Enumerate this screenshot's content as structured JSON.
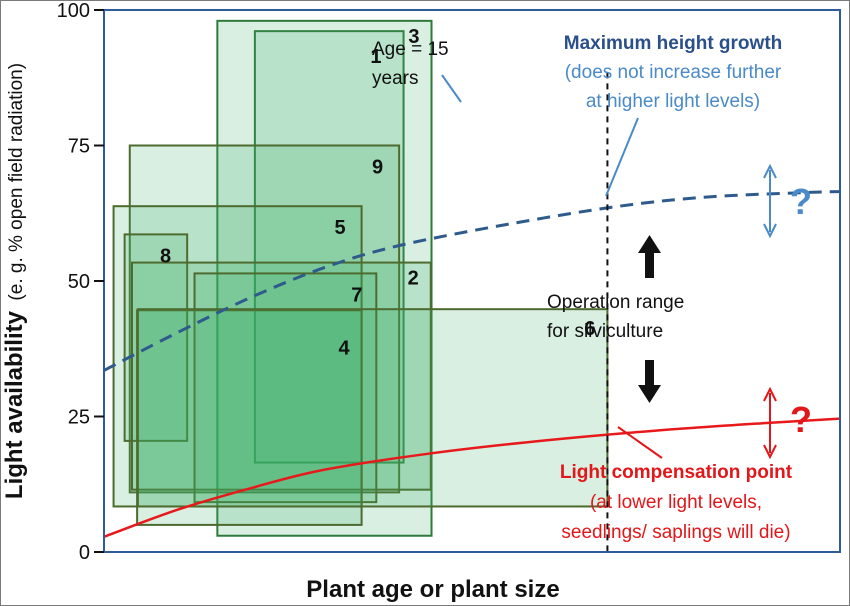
{
  "chart_data": {
    "type": "chart",
    "xlabel": "Plant age or plant size",
    "ylabel_bold": "Light availability",
    "ylabel_paren": "(e. g. % open field radiation)",
    "yticks": [
      "0",
      "25",
      "50",
      "75",
      "100"
    ],
    "ytick_values": [
      0,
      25,
      50,
      75,
      100
    ],
    "ylim": [
      0,
      100
    ],
    "xlim": [
      0,
      100
    ],
    "rectangles": [
      {
        "label": "1",
        "x0": 20.5,
        "x1": 40.7,
        "y0": 16.5,
        "y1": 96.1
      },
      {
        "label": "3",
        "x0": 15.4,
        "x1": 44.5,
        "y0": 3.0,
        "y1": 98.0
      },
      {
        "label": "9",
        "x0": 3.5,
        "x1": 40.1,
        "y0": 11.0,
        "y1": 75.0
      },
      {
        "label": "5",
        "x0": 1.3,
        "x1": 35.0,
        "y0": 8.4,
        "y1": 63.8
      },
      {
        "label": "8",
        "x0": 2.8,
        "x1": 11.3,
        "y0": 20.5,
        "y1": 58.6
      },
      {
        "label": "2",
        "x0": 3.8,
        "x1": 44.4,
        "y0": 11.5,
        "y1": 53.4
      },
      {
        "label": "7",
        "x0": 12.3,
        "x1": 37.0,
        "y0": 9.2,
        "y1": 51.4
      },
      {
        "label": "4",
        "x0": 4.5,
        "x1": 35.0,
        "y0": 5.0,
        "y1": 44.6
      },
      {
        "label": "6",
        "x0": 4.6,
        "x1": 68.4,
        "y0": 8.4,
        "y1": 44.8
      }
    ],
    "vline": {
      "x": 68.4,
      "label_line1": "Age = 15",
      "label_line2": "years"
    },
    "max_height_curve": [
      [
        0,
        33.5
      ],
      [
        10,
        40.5
      ],
      [
        20,
        47
      ],
      [
        30,
        52.5
      ],
      [
        40,
        56.5
      ],
      [
        55,
        60.5
      ],
      [
        70,
        63.8
      ],
      [
        82,
        65.5
      ],
      [
        95,
        66.3
      ],
      [
        100,
        66.5
      ]
    ],
    "lcp_curve": [
      [
        0,
        2.8
      ],
      [
        10,
        7.8
      ],
      [
        20,
        11.8
      ],
      [
        30,
        15.2
      ],
      [
        45,
        18.3
      ],
      [
        60,
        20.6
      ],
      [
        75,
        22.4
      ],
      [
        90,
        23.8
      ],
      [
        100,
        24.6
      ]
    ],
    "colors": {
      "axis_frame": "#2e5b9a",
      "blue_curve": "#2e5b8c",
      "red_curve": "#e8191a",
      "rect_fill": "#3ab06a",
      "rect_stroke": "#4d6b2e",
      "rect_stroke_dark": "#2f7a3a",
      "blue_text": "#2a4f8a",
      "light_blue": "#4a8ac8",
      "red_text": "#e3161a"
    }
  },
  "annotations": {
    "max_title": "Maximum height growth",
    "max_sub1": "(does not increase further",
    "max_sub2": "at higher light levels)",
    "operation_line1": "Operation range",
    "operation_line2": "for silviculture",
    "lcp_title": "Light compensation point",
    "lcp_sub1": "(at lower light levels,",
    "lcp_sub2": "seedlings/ saplings will die)",
    "question_blue": "?",
    "question_red": "?"
  }
}
